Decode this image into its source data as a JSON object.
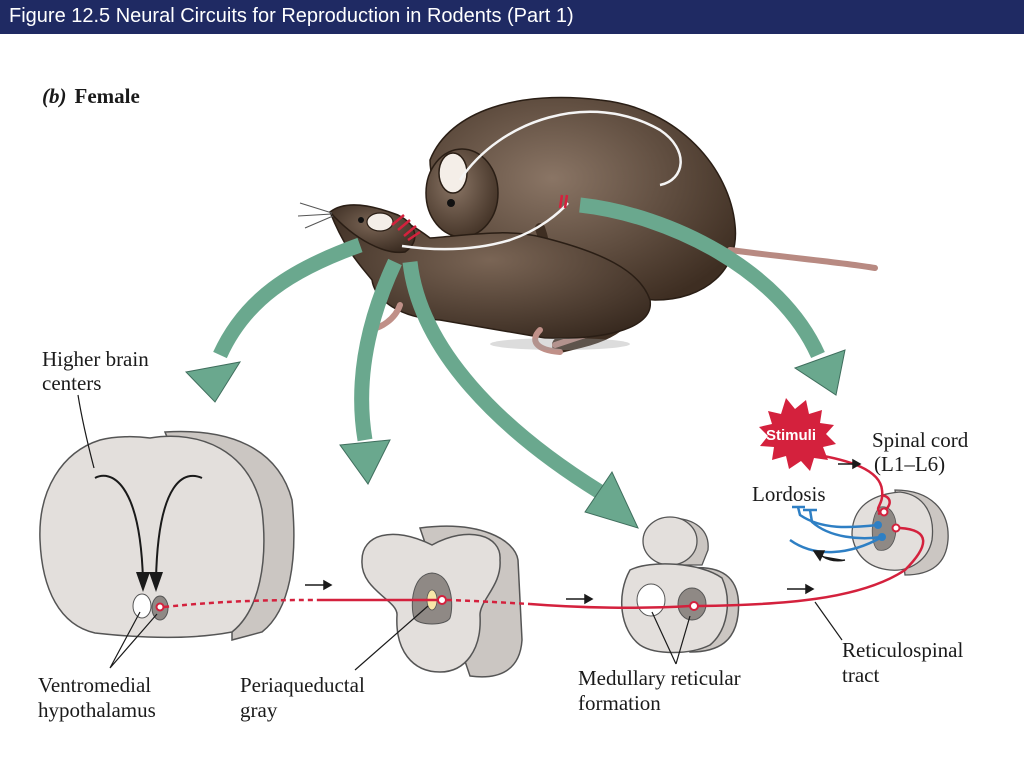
{
  "header": {
    "title": "Figure 12.5  Neural Circuits for Reproduction in Rodents (Part 1)"
  },
  "diagram": {
    "panel_letter": "(b)",
    "panel_title": "Female",
    "labels": {
      "higher_brain_line1": "Higher brain",
      "higher_brain_line2": "centers",
      "vmh_line1": "Ventromedial",
      "vmh_line2": "hypothalamus",
      "pag_line1": "Periaqueductal",
      "pag_line2": "gray",
      "mrf_line1": "Medullary reticular",
      "mrf_line2": "formation",
      "rst_line1": "Reticulospinal",
      "rst_line2": "tract",
      "spinal_line1": "Spinal cord",
      "spinal_line2": "(L1–L6)",
      "lordosis": "Lordosis",
      "stimuli": "Stimuli"
    },
    "colors": {
      "title_bar": "#1f2a63",
      "arrow_green": "#6aa88e",
      "pathway_red": "#d4213d",
      "motor_blue": "#2e7fc4",
      "tissue": "#e3dfdc",
      "tissue_shadow": "#cbc6c2",
      "rat_fur": "#5a4636"
    }
  }
}
